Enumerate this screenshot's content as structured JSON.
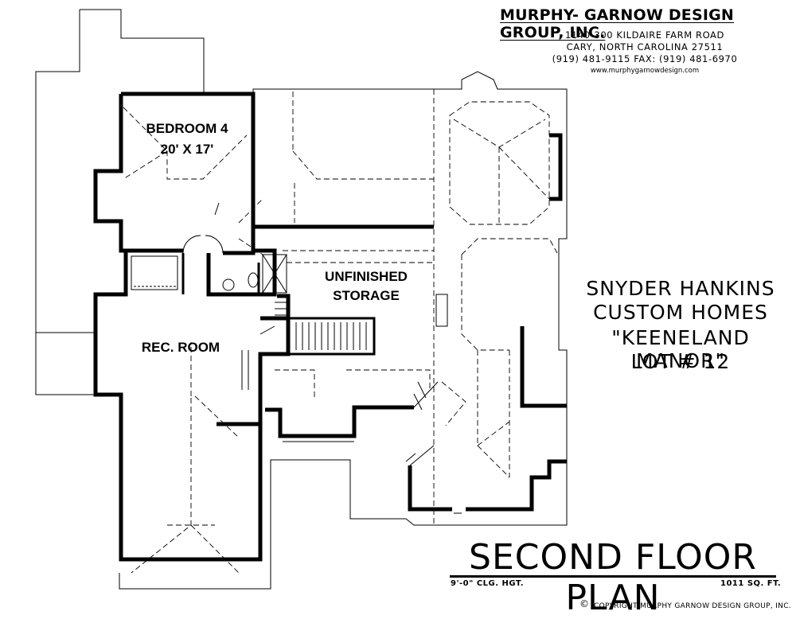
{
  "firm": {
    "name": "MURPHY- GARNOW DESIGN GROUP, INC.",
    "address_line1": "1140-300 KILDAIRE FARM ROAD",
    "address_line2": "CARY, NORTH CAROLINA 27511",
    "phone": "(919) 481-9115 FAX: (919) 481-6970",
    "website": "www.murphygarnowdesign.com"
  },
  "builder": {
    "line1": "SNYDER HANKINS",
    "line2": "CUSTOM HOMES",
    "project": "\"KEENELAND MANOR\"",
    "lot": "LOT # 12"
  },
  "rooms": {
    "bedroom4_name": "BEDROOM 4",
    "bedroom4_size": "20' X 17'",
    "storage_line1": "UNFINISHED",
    "storage_line2": "STORAGE",
    "rec_room": "REC. ROOM"
  },
  "plan": {
    "title": "SECOND FLOOR PLAN",
    "ceiling": "9'-0\" CLG. HGT.",
    "area": "1011 SQ. FT."
  },
  "copyright": {
    "symbol": "©",
    "text": "COPYRIGHT MURPHY GARNOW DESIGN GROUP, INC."
  },
  "colors": {
    "ink": "#000000",
    "paper": "#ffffff"
  }
}
